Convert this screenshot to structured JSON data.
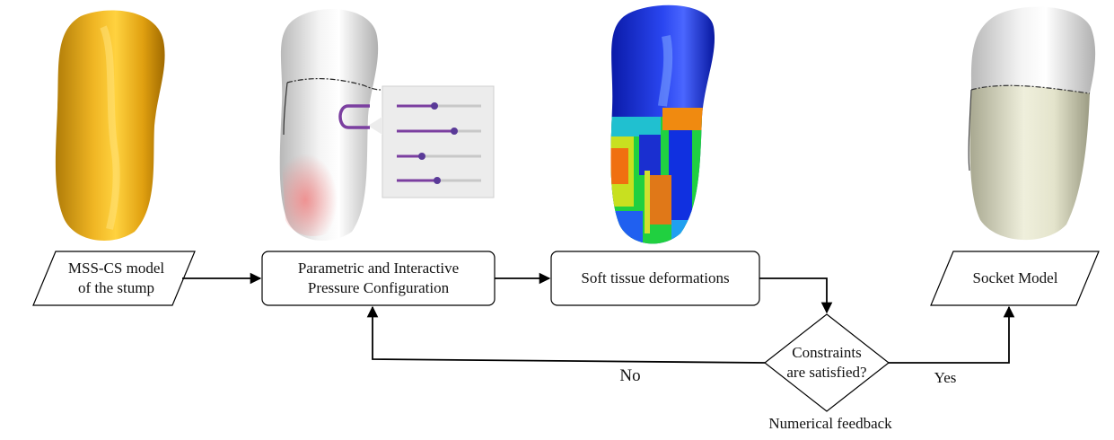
{
  "diagram": {
    "nodes": {
      "input": {
        "line1": "MSS-CS model",
        "line2": "of the stump"
      },
      "pressure_config": {
        "line1": "Parametric and Interactive",
        "line2": "Pressure Configuration"
      },
      "soft_tissue": {
        "text": "Soft tissue deformations"
      },
      "decision": {
        "line1": "Constraints",
        "line2": "are satisfied?"
      },
      "output": {
        "text": "Socket Model"
      }
    },
    "edge_labels": {
      "no": "No",
      "yes": "Yes",
      "feedback": "Numerical feedback"
    },
    "illustrations": [
      {
        "name": "stump-model",
        "color": "#e0a51c"
      },
      {
        "name": "pressure-config-model",
        "color": "#e4e4e4",
        "accent": "#7b3fa0"
      },
      {
        "name": "deformation-heatmap",
        "color": "#1a2fd0"
      },
      {
        "name": "socket-model",
        "color": "#dcdcc4"
      }
    ]
  }
}
